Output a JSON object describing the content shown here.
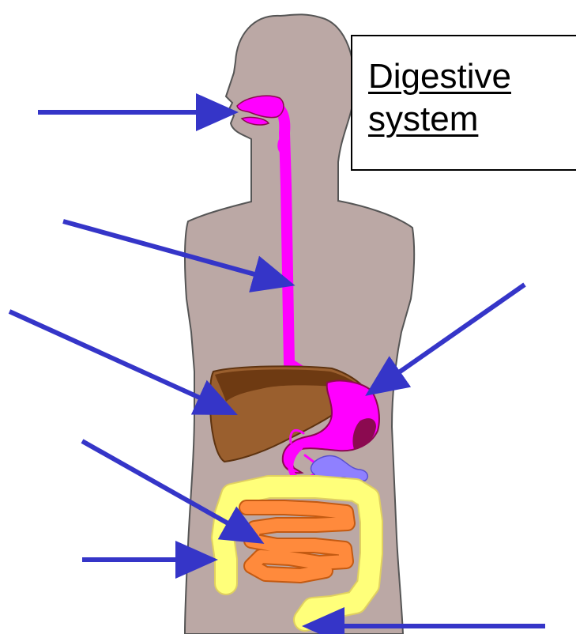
{
  "title": {
    "line1": "Digestive",
    "line2": "system"
  },
  "colors": {
    "body": "#BBA8A5",
    "body_outline": "#555555",
    "esophagus_stomach": "#FF00FF",
    "stomach_shade": "#8B0A50",
    "liver": "#9A5F2E",
    "liver_shade": "#6E3A12",
    "pancreas": "#8F80FF",
    "large_intestine": "#FFFF7A",
    "small_intestine": "#FF8A3C",
    "arrow": "#3535C8"
  },
  "arrows": [
    {
      "name": "mouth-arrow",
      "points_to": "mouth"
    },
    {
      "name": "esophagus-arrow",
      "points_to": "esophagus"
    },
    {
      "name": "liver-arrow",
      "points_to": "liver"
    },
    {
      "name": "stomach-arrow",
      "points_to": "stomach"
    },
    {
      "name": "small-intestine-arrow",
      "points_to": "small intestine"
    },
    {
      "name": "large-intestine-arrow",
      "points_to": "large intestine"
    },
    {
      "name": "rectum-arrow",
      "points_to": "rectum"
    }
  ]
}
